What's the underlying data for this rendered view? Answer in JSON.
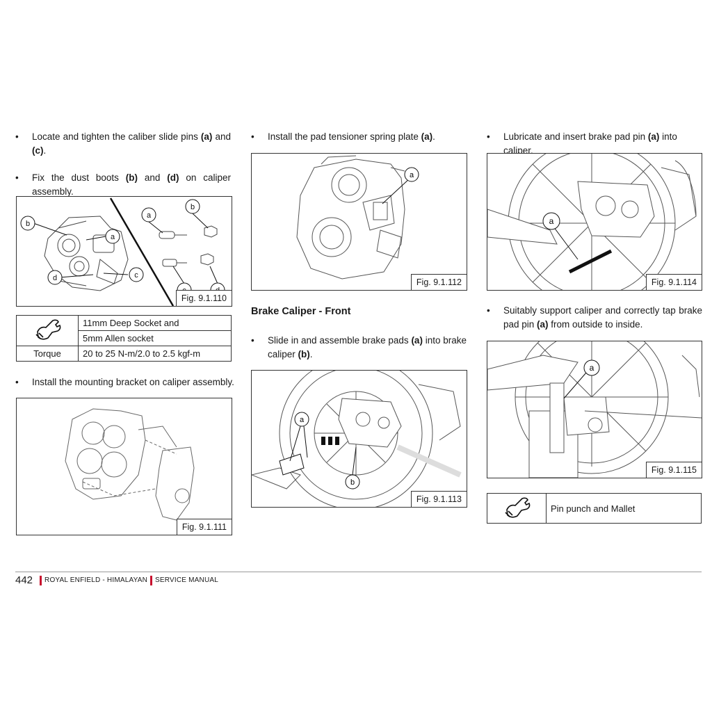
{
  "col1": {
    "bullet1": {
      "pre": "Locate and tighten the caliber slide pins ",
      "a": "(a)",
      "mid": " and ",
      "c": "(c)",
      "post": "."
    },
    "bullet2": {
      "pre": "Fix the dust boots ",
      "b": "(b)",
      "mid": " and ",
      "d": "(d)",
      "post": " on caliper assembly."
    },
    "fig110": {
      "label": "Fig. 9.1.110",
      "callouts": [
        "a",
        "b",
        "c",
        "d",
        "b",
        "a",
        "c",
        "d"
      ]
    },
    "tool_table": {
      "tool_line1": "11mm Deep Socket and",
      "tool_line2": "5mm Allen socket",
      "torque_label": "Torque",
      "torque_value": "20 to 25 N-m/2.0 to 2.5 kgf-m"
    },
    "bullet3": "Install the mounting bracket on  caliper assembly.",
    "fig111": {
      "label": "Fig. 9.1.111"
    }
  },
  "col2": {
    "bullet1": {
      "pre": "Install the pad tensioner spring plate ",
      "a": "(a)",
      "post": "."
    },
    "fig112": {
      "label": "Fig. 9.1.112",
      "callout": "a"
    },
    "heading": "Brake Caliper - Front",
    "bullet2": {
      "pre": "Slide in and assemble brake pads ",
      "a": "(a)",
      "mid": " into brake caliper ",
      "b": "(b)",
      "post": "."
    },
    "fig113": {
      "label": "Fig. 9.1.113",
      "callouts": [
        "a",
        "b"
      ]
    }
  },
  "col3": {
    "bullet1": {
      "pre": "Lubricate and insert brake pad pin ",
      "a": "(a)",
      "post": " into caliper."
    },
    "fig114": {
      "label": "Fig. 9.1.114",
      "callout": "a"
    },
    "bullet2": {
      "pre": "Suitably support caliper and correctly tap brake pad pin ",
      "a": "(a)",
      "post": " from outside to inside."
    },
    "fig115": {
      "label": "Fig. 9.1.115",
      "callout": "a"
    },
    "tool_table": {
      "tool": "Pin punch and Mallet"
    }
  },
  "footer": {
    "page_number": "442",
    "brand": "ROYAL ENFIELD - HIMALAYAN",
    "manual": "SERVICE MANUAL",
    "accent_color": "#c8102e"
  },
  "icons": [
    "bullet-dot",
    "tool-wrench-hand-icon"
  ]
}
